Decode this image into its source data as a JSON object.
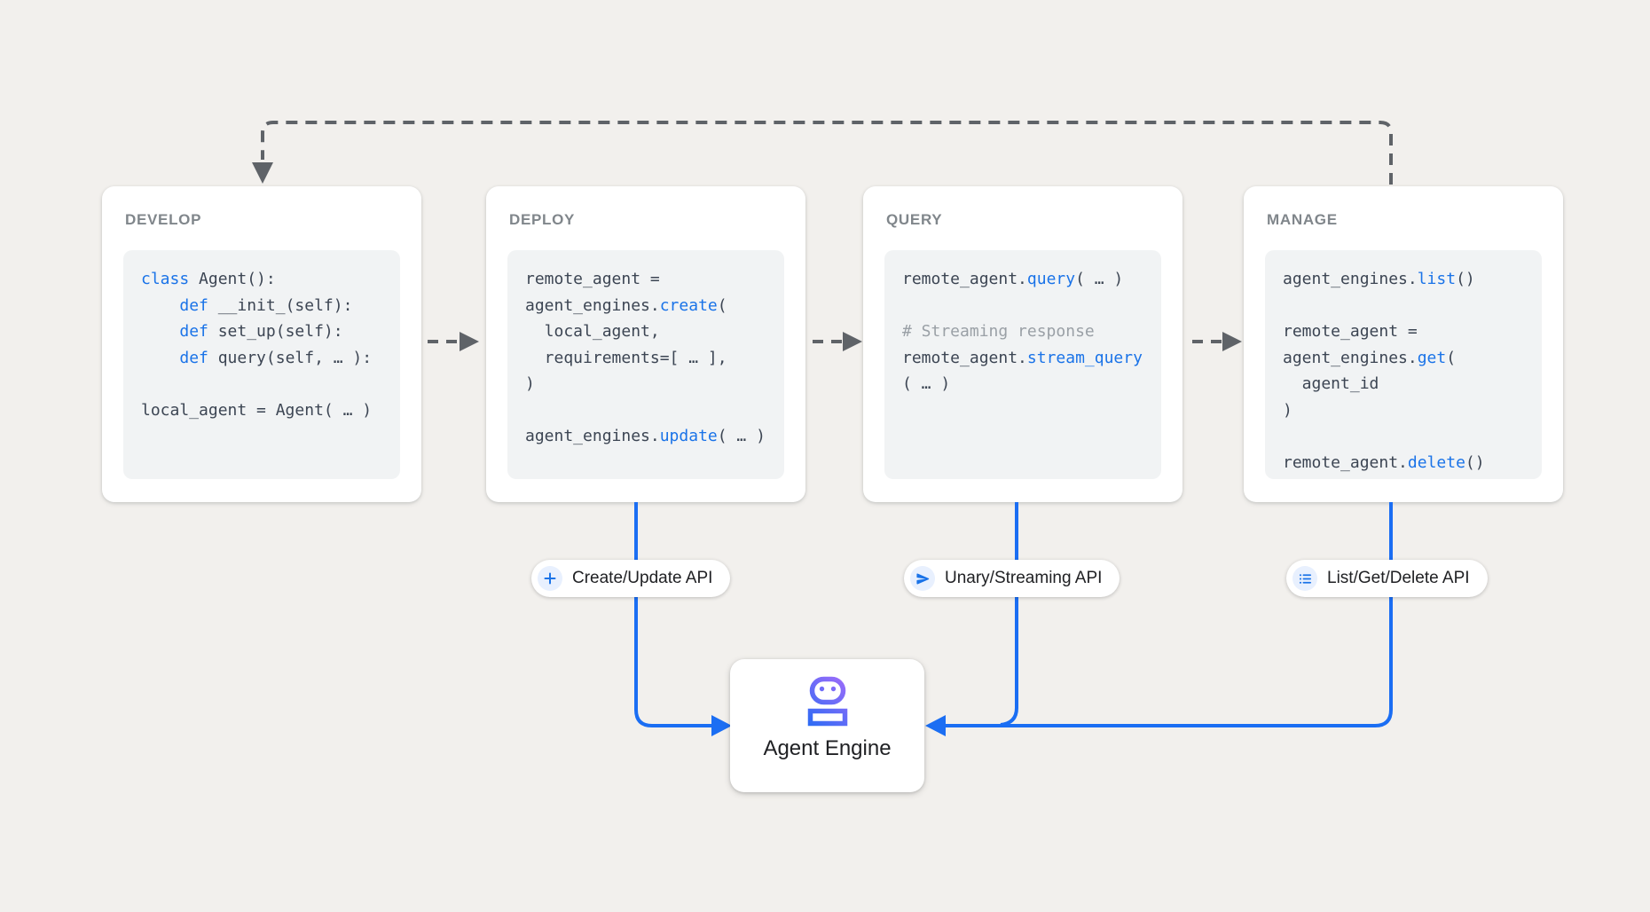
{
  "page": {
    "colors": {
      "bg": "#f2f0ed",
      "card": "#ffffff",
      "codebg": "#f1f3f4",
      "title": "#80868b",
      "code": "#3c4553",
      "kw": "#1a73e8",
      "comment": "#9aa0a6",
      "dash": "#5f6368",
      "blueline": "#1b6ef3",
      "chipiconbg": "#e8f0fe",
      "chiptext": "#202124",
      "robotblue": "#2e6bf4",
      "robotpurple": "#9d6cfa"
    }
  },
  "cards": [
    {
      "label": "DEVELOP",
      "code": [
        [
          {
            "t": "class",
            "c": "kw"
          },
          {
            "t": " Agent():",
            "c": "pl"
          }
        ],
        [
          {
            "t": "    ",
            "c": "pl"
          },
          {
            "t": "def",
            "c": "kw"
          },
          {
            "t": " __init_(self):",
            "c": "pl"
          }
        ],
        [
          {
            "t": "    ",
            "c": "pl"
          },
          {
            "t": "def",
            "c": "kw"
          },
          {
            "t": " set_up(self):",
            "c": "pl"
          }
        ],
        [
          {
            "t": "    ",
            "c": "pl"
          },
          {
            "t": "def",
            "c": "kw"
          },
          {
            "t": " query(self, … ):",
            "c": "pl"
          }
        ],
        [],
        [
          {
            "t": "local_agent = Agent( … )",
            "c": "pl"
          }
        ]
      ]
    },
    {
      "label": "DEPLOY",
      "code": [
        [
          {
            "t": "remote_agent =",
            "c": "pl"
          }
        ],
        [
          {
            "t": "agent_engines.",
            "c": "pl"
          },
          {
            "t": "create",
            "c": "kw"
          },
          {
            "t": "(",
            "c": "pl"
          }
        ],
        [
          {
            "t": "  local_agent,",
            "c": "pl"
          }
        ],
        [
          {
            "t": "  requirements=[ … ],",
            "c": "pl"
          }
        ],
        [
          {
            "t": ")",
            "c": "pl"
          }
        ],
        [],
        [
          {
            "t": "agent_engines.",
            "c": "pl"
          },
          {
            "t": "update",
            "c": "kw"
          },
          {
            "t": "( … )",
            "c": "pl"
          }
        ]
      ]
    },
    {
      "label": "QUERY",
      "code": [
        [
          {
            "t": "remote_agent.",
            "c": "pl"
          },
          {
            "t": "query",
            "c": "kw"
          },
          {
            "t": "( … )",
            "c": "pl"
          }
        ],
        [],
        [
          {
            "t": "# Streaming response",
            "c": "cm"
          }
        ],
        [
          {
            "t": "remote_agent.",
            "c": "pl"
          },
          {
            "t": "stream_query",
            "c": "kw"
          }
        ],
        [
          {
            "t": "( … )",
            "c": "pl"
          }
        ]
      ]
    },
    {
      "label": "MANAGE",
      "code": [
        [
          {
            "t": "agent_engines.",
            "c": "pl"
          },
          {
            "t": "list",
            "c": "kw"
          },
          {
            "t": "()",
            "c": "pl"
          }
        ],
        [],
        [
          {
            "t": "remote_agent =",
            "c": "pl"
          }
        ],
        [
          {
            "t": "agent_engines.",
            "c": "pl"
          },
          {
            "t": "get",
            "c": "kw"
          },
          {
            "t": "(",
            "c": "pl"
          }
        ],
        [
          {
            "t": "  agent_id",
            "c": "pl"
          }
        ],
        [
          {
            "t": ")",
            "c": "pl"
          }
        ],
        [],
        [
          {
            "t": "remote_agent.",
            "c": "pl"
          },
          {
            "t": "delete",
            "c": "kw"
          },
          {
            "t": "()",
            "c": "pl"
          }
        ]
      ]
    }
  ],
  "chips": [
    {
      "label": "Create/Update API",
      "icon": "plus-icon"
    },
    {
      "label": "Unary/Streaming API",
      "icon": "send-icon"
    },
    {
      "label": "List/Get/Delete API",
      "icon": "list-icon"
    }
  ],
  "engine": {
    "label": "Agent Engine",
    "icon": "robot-icon"
  }
}
